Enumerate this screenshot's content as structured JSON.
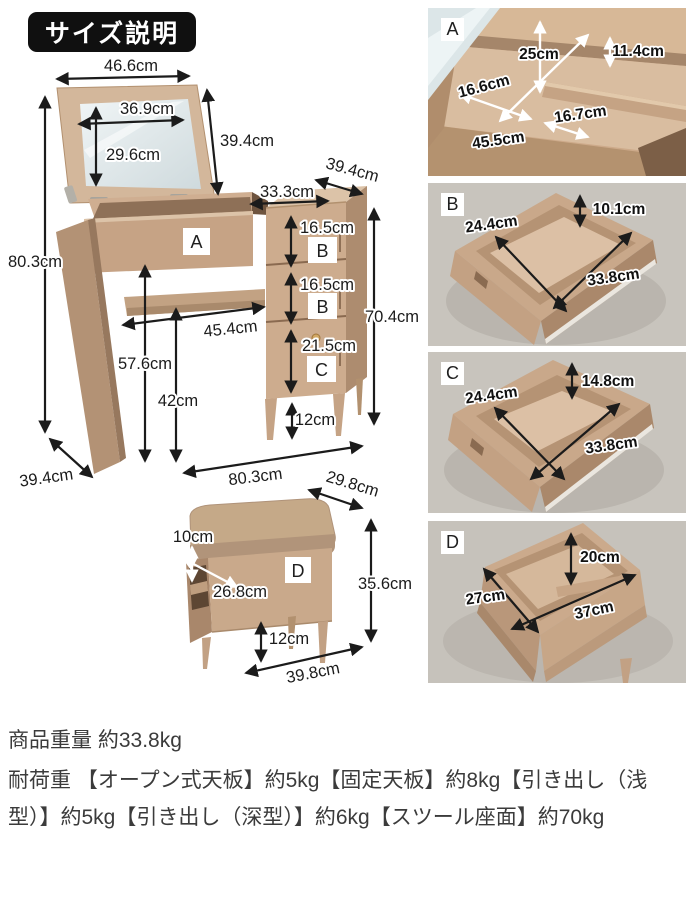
{
  "header": {
    "badge": "サイズ説明"
  },
  "colors": {
    "wood": "#c7a386",
    "wood_light": "#dcc3a8",
    "wood_dark": "#ad8c6f",
    "badge_bg": "#101010",
    "dimension_text": "#1b1b1b",
    "floor_gray": "#c8c4bd"
  },
  "diagram": {
    "desk": {
      "label": "A",
      "top_width": "46.6cm",
      "mirror_width": "36.9cm",
      "mirror_height": "29.6cm",
      "mirror_panel_height": "39.4cm",
      "total_height": "80.3cm",
      "knee_width": "45.4cm",
      "under_height": "57.6cm",
      "knee_height": "42cm",
      "depth": "39.4cm",
      "bottom_width": "80.3cm"
    },
    "drawers": {
      "label_shallow": "B",
      "label_deep": "C",
      "depth": "39.4cm",
      "width": "33.3cm",
      "unit_height": "70.4cm",
      "shallow1": "16.5cm",
      "shallow2": "16.5cm",
      "deep": "21.5cm",
      "leg_height": "12cm"
    },
    "stool": {
      "label": "D",
      "depth": "29.8cm",
      "cushion_height": "10cm",
      "inner_depth": "26.8cm",
      "total_height": "35.6cm",
      "leg_height": "12cm",
      "width": "39.8cm"
    }
  },
  "photos": [
    {
      "label": "A",
      "dims": {
        "inner_height": "25cm",
        "tray_height": "11.4cm",
        "back_width": "16.6cm",
        "tray_width": "16.7cm",
        "inner_width": "45.5cm"
      }
    },
    {
      "label": "B",
      "dims": {
        "depth": "10.1cm",
        "width": "24.4cm",
        "length": "33.8cm"
      }
    },
    {
      "label": "C",
      "dims": {
        "depth": "14.8cm",
        "width": "24.4cm",
        "length": "33.8cm"
      }
    },
    {
      "label": "D",
      "dims": {
        "depth": "20cm",
        "width": "27cm",
        "length": "37cm"
      }
    }
  ],
  "footer": {
    "weight": "商品重量 約33.8kg",
    "load": "耐荷重 【オープン式天板】約5kg【固定天板】約8kg【引き出し（浅型）】約5kg【引き出し（深型）】約6kg【スツール座面】約70kg"
  }
}
